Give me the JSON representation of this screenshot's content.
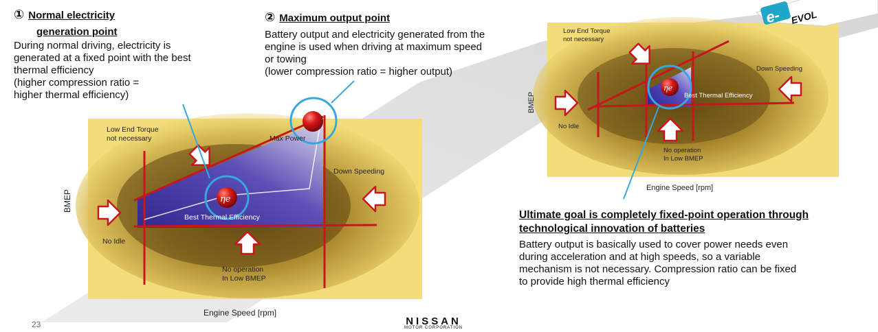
{
  "section1": {
    "number": "①",
    "title_line1": "Normal electricity",
    "title_line2": "generation point",
    "body_lines": [
      "During normal driving, electricity is",
      "generated at a fixed point with the best",
      "thermal efficiency",
      "(higher compression ratio =",
      "higher thermal efficiency)"
    ]
  },
  "section2": {
    "number": "②",
    "title": "Maximum output point",
    "body_lines": [
      "Battery output and electricity generated from the",
      "engine is used when driving at maximum speed",
      "or towing",
      "(lower compression ratio = higher output)"
    ]
  },
  "left_map": {
    "ylabel": "BMEP",
    "xlabel": "Engine Speed [rpm]",
    "low_end_torque": [
      "Low End Torque",
      "not necessary"
    ],
    "max_power": "Max Power",
    "down_speeding": "Down Speeding",
    "best_thermal": "Best Thermal Efficiency",
    "no_idle": "No Idle",
    "no_operation": [
      "No operation",
      "In Low BMEP"
    ],
    "eta_symbol": "ηe"
  },
  "right_map": {
    "ylabel": "BMEP",
    "xlabel": "Engine Speed [rpm]",
    "low_end_torque": [
      "Low End Torque",
      "not necessary"
    ],
    "down_speeding": "Down Speeding",
    "best_thermal": "Best Thermal Efficiency",
    "no_idle": "No Idle",
    "no_operation": [
      "No operation",
      "In Low BMEP"
    ],
    "eta_symbol": "ηe"
  },
  "goal": {
    "title_line1": "Ultimate goal is completely fixed-point operation through",
    "title_line2": "technological innovation of batteries",
    "body_lines": [
      "Battery output is basically used to cover power needs even",
      "during acceleration and at high speeds, so a variable",
      "mechanism is not necessary. Compression ratio can be fixed",
      "to provide high thermal efficiency"
    ]
  },
  "badge": {
    "line1": "e-",
    "line2": "EVOL"
  },
  "footer": {
    "page_number": "23",
    "brand": "NISSAN",
    "brand_sub": "MOTOR CORPORATION"
  },
  "colors": {
    "map_fill": "#f3dd7a",
    "map_dark": "#8a6a1e",
    "zone_blue": "#3b2fa8",
    "red_line": "#c8161d",
    "circle_blue": "#38a8dc",
    "band_gray": "#d6d6d6"
  },
  "icons": [
    "arrow-icon",
    "red-dot-icon"
  ]
}
